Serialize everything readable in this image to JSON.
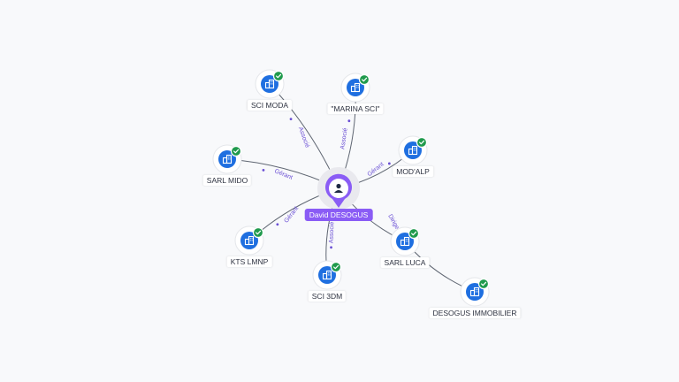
{
  "center": {
    "label": "David DESOGUS",
    "icon": "person-icon",
    "color": "#8a5cf5"
  },
  "companies": [
    {
      "id": "sci-moda",
      "label": "SCI MODA",
      "icon": "building-icon",
      "verified": true
    },
    {
      "id": "marina-sci",
      "label": "\"MARINA SCI\"",
      "icon": "building-icon",
      "verified": true
    },
    {
      "id": "modalp",
      "label": "MOD'ALP",
      "icon": "building-icon",
      "verified": true
    },
    {
      "id": "sarl-mido",
      "label": "SARL MIDO",
      "icon": "building-icon",
      "verified": true
    },
    {
      "id": "kts-lmnp",
      "label": "KTS LMNP",
      "icon": "building-icon",
      "verified": true
    },
    {
      "id": "sci-3dm",
      "label": "SCI 3DM",
      "icon": "building-icon",
      "verified": true
    },
    {
      "id": "sarl-luca",
      "label": "SARL LUCA",
      "icon": "building-icon",
      "verified": true
    },
    {
      "id": "desogus-immobilier",
      "label": "DESOGUS IMMOBILIER",
      "icon": "building-icon",
      "verified": true
    }
  ],
  "relations": [
    {
      "from": "center",
      "to": "sci-moda",
      "label": "Associé"
    },
    {
      "from": "center",
      "to": "marina-sci",
      "label": "Associé"
    },
    {
      "from": "center",
      "to": "modalp",
      "label": "Gérant"
    },
    {
      "from": "center",
      "to": "sarl-mido",
      "label": "Gérant"
    },
    {
      "from": "center",
      "to": "kts-lmnp",
      "label": "Gérant"
    },
    {
      "from": "center",
      "to": "sci-3dm",
      "label": "Associé"
    },
    {
      "from": "center",
      "to": "sarl-luca",
      "label": "Dirigeant"
    },
    {
      "from": "sarl-luca",
      "to": "desogus-immobilier",
      "label": ""
    }
  ],
  "colors": {
    "accent": "#8a5cf5",
    "company": "#1f6fe0",
    "verified": "#1f9a4c",
    "edge_label": "#6a4fd4"
  }
}
